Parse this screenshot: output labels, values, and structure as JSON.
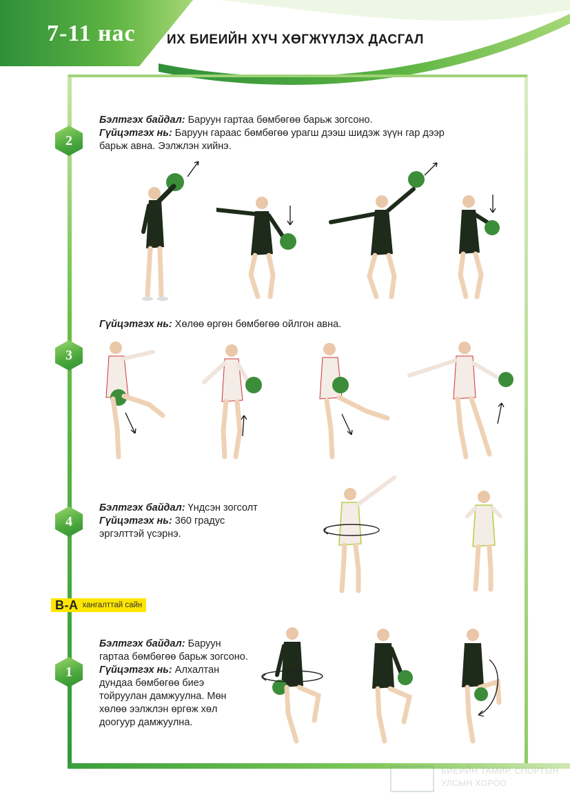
{
  "header": {
    "age": "7-11 нас",
    "title": "ИХ БИЕИЙН ХҮЧ ХӨГЖҮҮЛЭХ ДАСГАЛ"
  },
  "exercises": [
    {
      "number": "2",
      "lines": [
        {
          "label": "Бэлтгэх байдал:",
          "text": " Баруун гартаа бөмбөгөө барьж зогсоно."
        },
        {
          "label": "Гүйцэтгэх нь:",
          "text": " Баруун гараас бөмбөгөө урагш дээш шидэж зүүн гар дээр"
        },
        {
          "label": "",
          "text": "барьж авна. Ээлжлэн хийнэ."
        }
      ]
    },
    {
      "number": "3",
      "lines": [
        {
          "label": "Гүйцэтгэх нь:",
          "text": " Хөлөө өргөн бөмбөгөө ойлгон авна."
        }
      ]
    },
    {
      "number": "4",
      "lines": [
        {
          "label": "Бэлтгэх байдал:",
          "text": " Үндсэн зогсолт"
        },
        {
          "label": "Гүйцэтгэх нь:",
          "text": " 360 градус"
        },
        {
          "label": "",
          "text": "эргэлттэй үсэрнэ."
        }
      ]
    },
    {
      "number": "1",
      "lines": [
        {
          "label": "Бэлтгэх байдал:",
          "text": " Баруун"
        },
        {
          "label": "",
          "text": "гартаа бөмбөгөө барьж зогсоно."
        },
        {
          "label": "Гүйцэтгэх нь:",
          "text": " Алхалтан"
        },
        {
          "label": "",
          "text": "дундаа бөмбөгөө биеэ"
        },
        {
          "label": "",
          "text": "тойруулан дамжуулна. Мөн"
        },
        {
          "label": "",
          "text": "хөлөө ээлжлэн өргөж хөл"
        },
        {
          "label": "",
          "text": "доогуур дамжуулна."
        }
      ]
    }
  ],
  "grade": {
    "letter": "B-A",
    "text": "хангалттай сайн"
  },
  "watermark": {
    "line1": "БИЕИЙН ТАМИР, СПОРТЫН",
    "line2": "УЛСЫН ХОРОО"
  },
  "colors": {
    "primary_green": "#4aa83c",
    "dark_green": "#2f8e33",
    "light_green": "#9fd277",
    "badge_yellow": "#ffe600",
    "leotard_dark": "#1e2a1a",
    "leotard_light": "#f4ece6",
    "ball_green": "#3c8d3a"
  }
}
